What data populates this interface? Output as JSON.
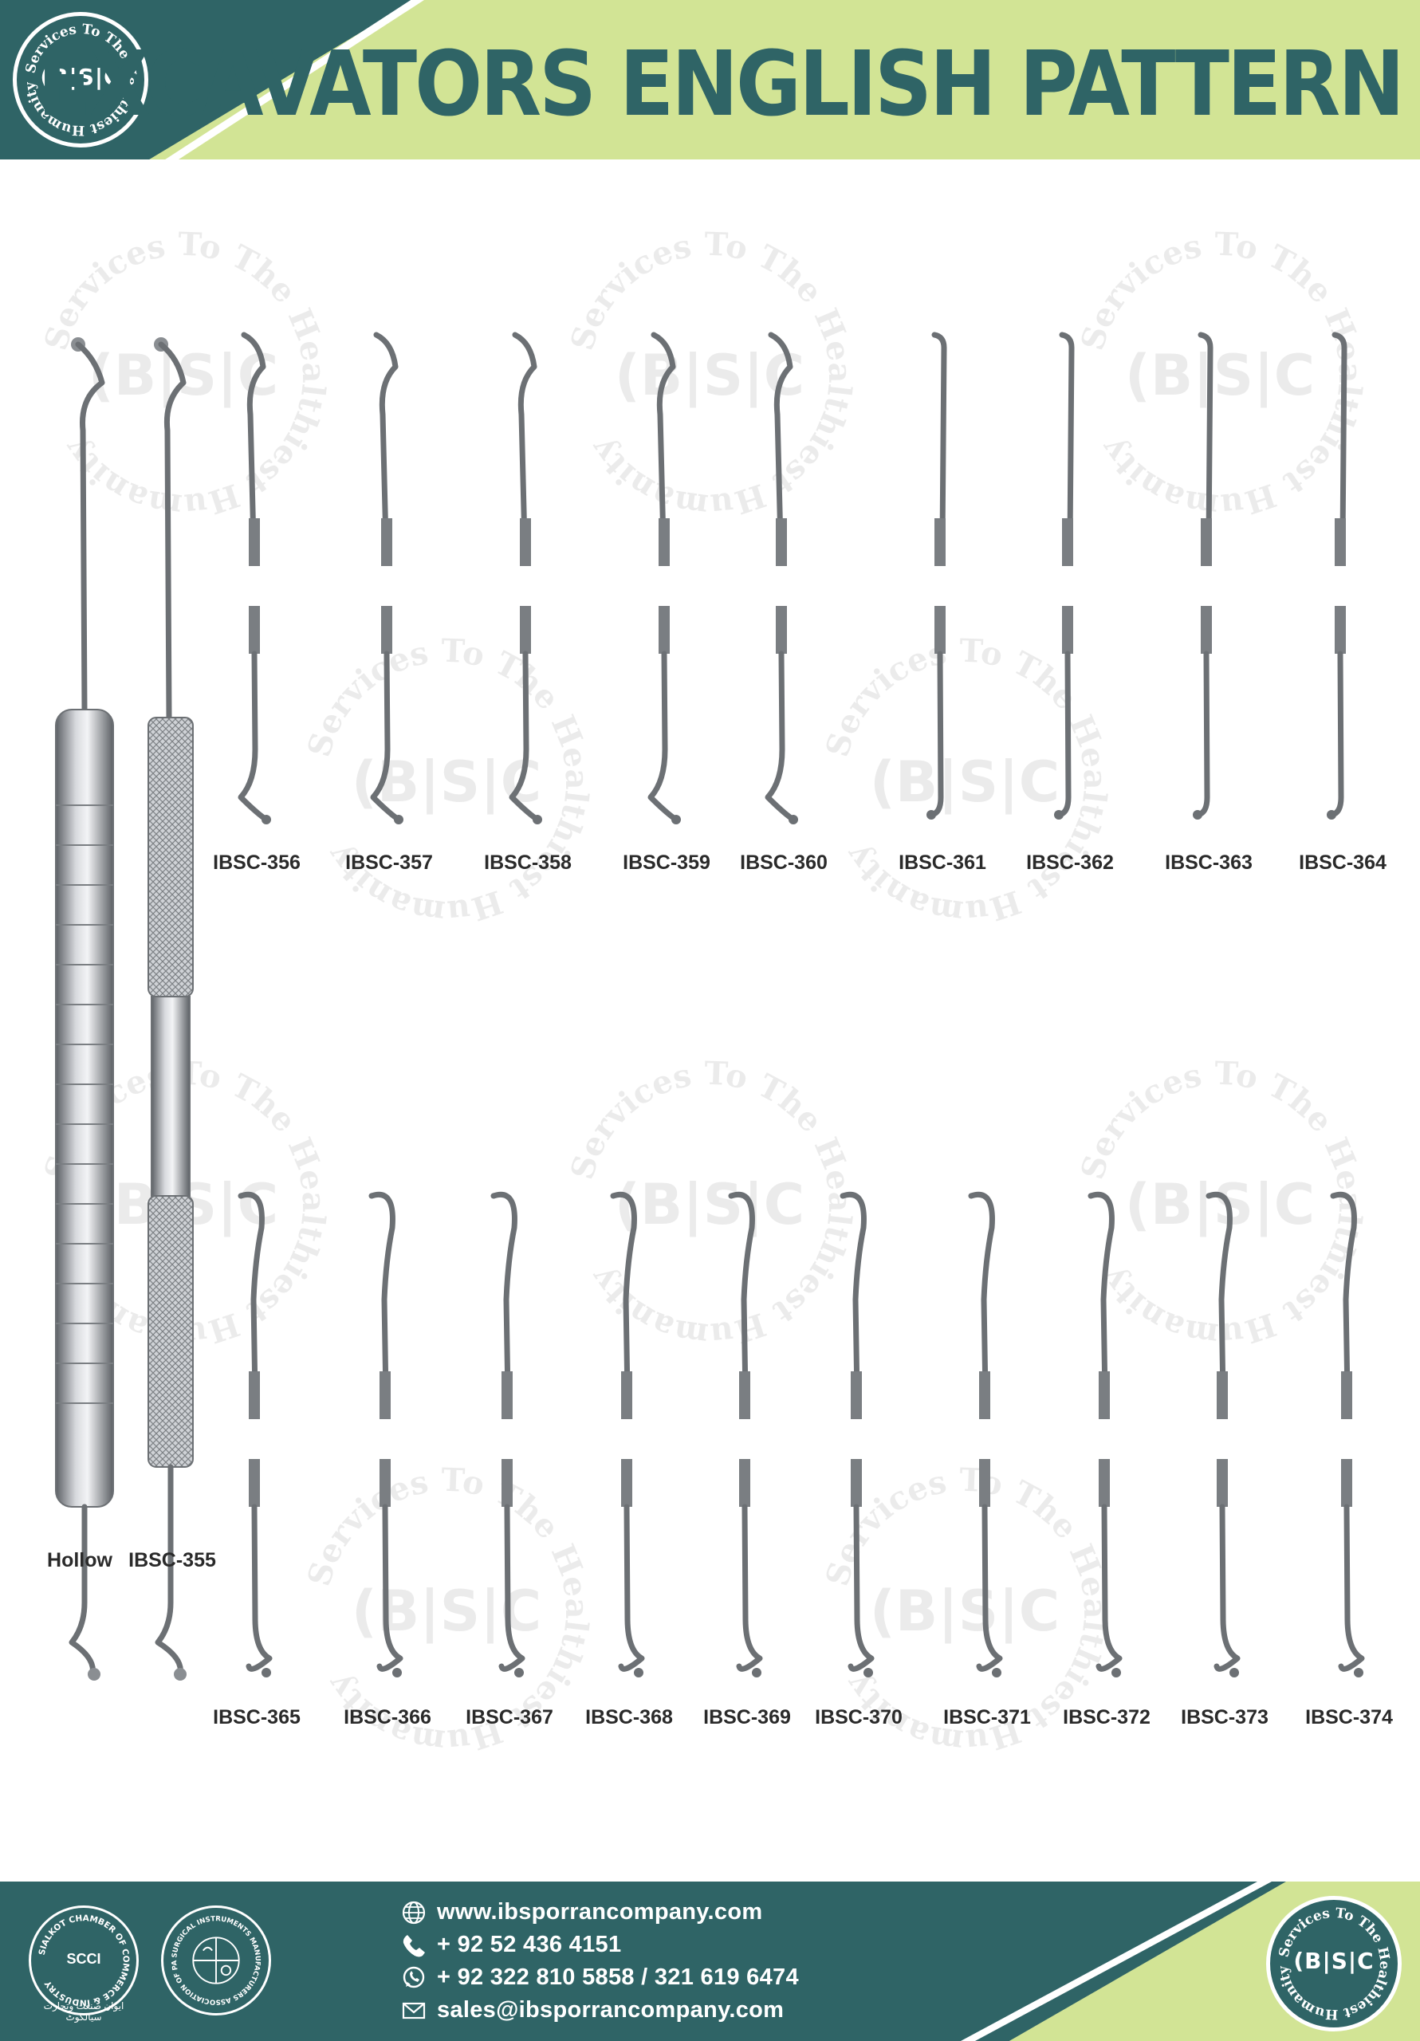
{
  "header": {
    "title": "EXCAVATORS ENGLISH PATTERN",
    "seal_text": "Services To The Healthiest Humanity",
    "seal_logo": "(B|S|C"
  },
  "watermark": {
    "text": "Services To The Healthiest Humanity",
    "logo": "(B|S|C"
  },
  "products": {
    "handles": [
      {
        "label": "Hollow"
      },
      {
        "label": "IBSC-355"
      }
    ],
    "row1": [
      {
        "label": "IBSC-356"
      },
      {
        "label": "IBSC-357"
      },
      {
        "label": "IBSC-358"
      },
      {
        "label": "IBSC-359"
      },
      {
        "label": "IBSC-360"
      },
      {
        "label": "IBSC-361"
      },
      {
        "label": "IBSC-362"
      },
      {
        "label": "IBSC-363"
      },
      {
        "label": "IBSC-364"
      }
    ],
    "row2": [
      {
        "label": "IBSC-365"
      },
      {
        "label": "IBSC-366"
      },
      {
        "label": "IBSC-367"
      },
      {
        "label": "IBSC-368"
      },
      {
        "label": "IBSC-369"
      },
      {
        "label": "IBSC-370"
      },
      {
        "label": "IBSC-371"
      },
      {
        "label": "IBSC-372"
      },
      {
        "label": "IBSC-373"
      },
      {
        "label": "IBSC-374"
      }
    ]
  },
  "footer": {
    "website": "www.ibsporrancompany.com",
    "phone": "+ 92 52 436 4151",
    "whatsapp": "+ 92 322 810 5858 / 321 619 6474",
    "email": "sales@ibsporrancompany.com",
    "badge_scci": {
      "ring": "SIALKOT CHAMBER OF COMMERCE & INDUSTRY",
      "center": "SCCI",
      "urdu": "ایوان صنعت وتجارت سیالکوٹ"
    },
    "badge_association": {
      "ring": "SURGICAL INSTRUMENTS MANUFACTURERS ASSOCIATION OF PAKISTAN"
    },
    "seal_text": "Services To The Healthiest Humanity",
    "seal_logo": "(B|S|C"
  },
  "colors": {
    "teal": "#2f6466",
    "lime": "#d2e495",
    "steel": "#6c7074"
  },
  "icons": [
    "globe-icon",
    "phone-icon",
    "whatsapp-icon",
    "mail-icon"
  ]
}
